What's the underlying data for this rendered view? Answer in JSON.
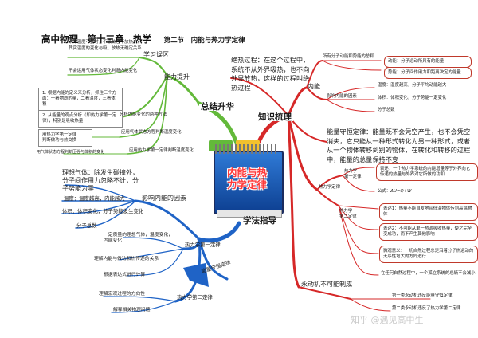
{
  "title": {
    "main": "高中物理　第十三章　热学",
    "section": "第二节　内能与热力学定律"
  },
  "center": {
    "line1": "内能与热",
    "line2": "力学定律"
  },
  "hubs": {
    "summary": "总结升华",
    "knowledge": "知识梳理",
    "method": "学法指导"
  },
  "summary": {
    "ability": "能力提升",
    "misunderstanding": "学习误区",
    "mis_note1": "认为温度不变时，不吸热也不放热。",
    "mis_note2": "其实温度的变化与吸、放热无确定关系",
    "mis_item": "不会运用气体状态变化判断内能变化",
    "box1": "1. 根据内能的定义来分析，抓住三个方面：一看物质的量，二看温度，三看体积",
    "box2": "2. 从能量的观点分析（即热力学第一定律），特别是吸收热量",
    "analyze": "分析内能变化的两种方法",
    "box3": "用热力学第一定律\n判断做功与热交换",
    "item_state": "应用气体状态方程判断温度变化",
    "box4": "用气体状态方程判断压强与体积的变化",
    "item_first_law": "应用热力学第一定律判断温度变化"
  },
  "knowledge": {
    "adiabatic": "绝热过程：在这个过程中，系统不从外界吸热，也不向外界放热，这样的过程叫绝热过程",
    "internal": "内能",
    "def": "所有分子动能和势能的总和",
    "kinetic": "动能：分子运动所具有的能量",
    "potential": "势能：分子间作用力和距离决定的能量",
    "factors": "影响内能的因素",
    "f_temp": "温度：温度越高，分子平均动能越大",
    "f_vol": "体积：体积变化，分子势能一定变化",
    "f_num": "分子总数",
    "conservation": "能量守恒定律：能量既不会凭空产生，也不会凭空消失，它只能从一种形式转化为另一种形式，或者从一个物体转移到别的物体，在转化和转移的过程中，能量的总量保持不变",
    "thermo": "热力学定律",
    "first_law": "热力学\n第一定律",
    "first_expr": "表述：一个热力学系统的内能增量等于外界向它传递的热量与外界对它所做的功和",
    "formula_label": "公式：",
    "formula": "ΔU=Q+W",
    "second_law": "热力学\n第二定律",
    "s1": "表述1：热量不能自发地从低温物体传到高温物体",
    "s2": "表述2：不可能从单一热源吸收热量，使之完全变成功，而不产生其他影响",
    "s3": "微观意义：一切自然过程总是沿着分子热运动的无序性增大的方向进行",
    "s4": "在任何自然过程中，一个孤立系统的总熵不会减小",
    "perpetual": "永动机不可能制成",
    "p1": "第一类永动机违反能量守恒定律",
    "p2": "第二类永动机违反了热力学第二定律"
  },
  "method": {
    "ideal": "理想气体：除发生碰撞外，分子间作用力忽略不计，分子势能为零",
    "factors": "影响内能的因素",
    "f_temp": "温度：温度越高，内能越大",
    "f_vol": "体积：体积变化，分子势能发生变化",
    "f_num": "分子总数",
    "first_law": "热力学第一定律",
    "m1": "一定质量的理想气体，温度变化，内能变化",
    "m2": "理解内能与做功和热传递的关系",
    "m3": "根据表达式进行计算",
    "conservation": "能量守恒定律",
    "second_law": "热力学第二定律",
    "n1": "理解宏观过程的方向性",
    "n2": "解释相关物理问题"
  },
  "watermark": "知乎 @遇见高中生",
  "colors": {
    "summary": "#63b93a",
    "knowledge": "#d62828",
    "method": "#1f63c6",
    "accent": "#f2c12e"
  }
}
